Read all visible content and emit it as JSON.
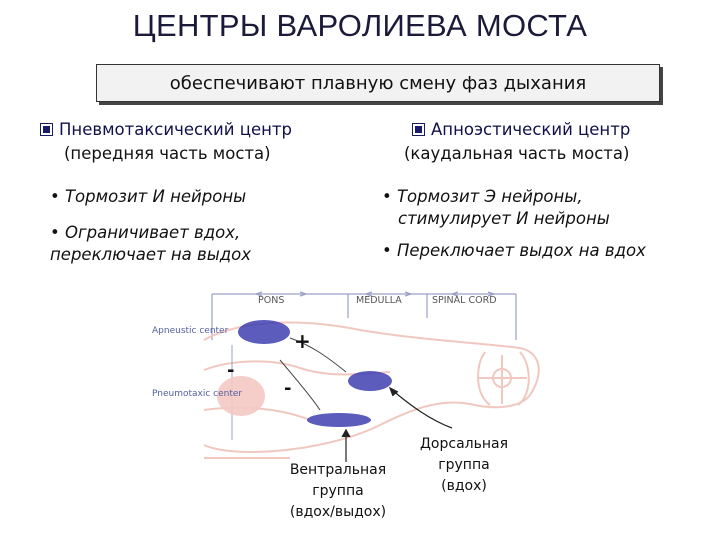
{
  "title": "ЦЕНТРЫ ВАРОЛИЕВА МОСТА",
  "subtitle": "обеспечивают плавную смену фаз дыхания",
  "left_center": {
    "name": "Пневмотаксический центр",
    "location": "(передняя часть моста)",
    "bullets": [
      "• Тормозит И нейроны",
      "• Ограничивает вдох,",
      "переключает на выдох"
    ]
  },
  "right_center": {
    "name": "Апноэстический центр",
    "location": "(каудальная часть моста)",
    "bullets": [
      "• Тормозит Э нейроны,",
      "стимулирует И нейроны",
      "• Переключает выдох на вдох"
    ]
  },
  "diagram": {
    "regions": [
      "PONS",
      "MEDULLA",
      "SPINAL CORD"
    ],
    "labels": {
      "apneustic": "Apneustic center",
      "pneumotaxic": "Pneumotaxic center"
    },
    "signs": {
      "plus": "+",
      "minus_left": "-",
      "minus_right": "-"
    },
    "ventral": [
      "Вентральная",
      "группа",
      "(вдох/выдох)"
    ],
    "dorsal": [
      "Дорсальная",
      "группа",
      "(вдох)"
    ]
  },
  "colors": {
    "title": "#1b1a3a",
    "center_title": "#10104a",
    "blue_nucleus": "#3e3fb0",
    "pneumotaxic_nucleus": "#f4c9c3",
    "brainstem_outline": "#f0c8c0"
  }
}
